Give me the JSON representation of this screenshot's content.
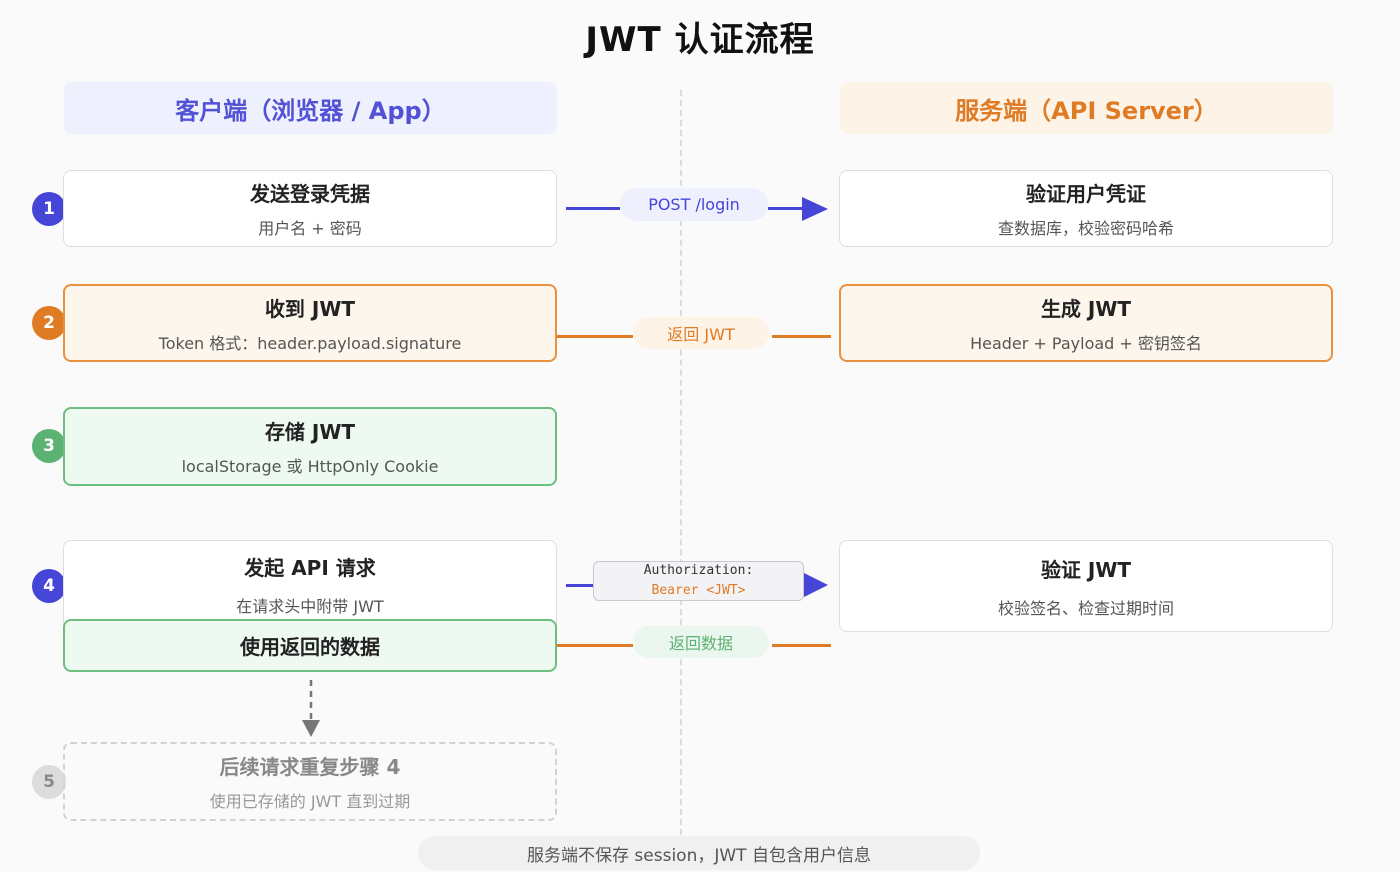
{
  "title": "JWT 认证流程",
  "columns": {
    "client": "客户端（浏览器 / App）",
    "server": "服务端（API Server）"
  },
  "steps": [
    "1",
    "2",
    "3",
    "4",
    "5"
  ],
  "client_boxes": {
    "send_credentials": {
      "title": "发送登录凭据",
      "subtitle": "用户名 + 密码"
    },
    "receive_jwt": {
      "title": "收到 JWT",
      "subtitle": "Token 格式：header.payload.signature"
    },
    "store_jwt": {
      "title": "存储 JWT",
      "subtitle": "localStorage 或 HttpOnly Cookie"
    },
    "api_request": {
      "title": "发起 API 请求",
      "subtitle": "在请求头中附带 JWT"
    },
    "use_data": {
      "title": "使用返回的数据"
    },
    "repeat": {
      "title": "后续请求重复步骤 4",
      "subtitle": "使用已存储的 JWT 直到过期"
    }
  },
  "server_boxes": {
    "verify_credentials": {
      "title": "验证用户凭证",
      "subtitle": "查数据库，校验密码哈希"
    },
    "generate_jwt": {
      "title": "生成 JWT",
      "subtitle": "Header + Payload + 密钥签名"
    },
    "verify_jwt": {
      "title": "验证 JWT",
      "subtitle": "校验签名、检查过期时间"
    }
  },
  "connectors": {
    "login": "POST /login",
    "return_jwt": "返回 JWT",
    "auth_header_key": "Authorization:",
    "auth_header_value": "Bearer <JWT>",
    "return_data": "返回数据"
  },
  "footer": "服务端不保存 session，JWT 自包含用户信息",
  "colors": {
    "blue": "#4545d8",
    "orange": "#e07b25",
    "green": "#5cb273",
    "gray": "#dcdcdc"
  }
}
